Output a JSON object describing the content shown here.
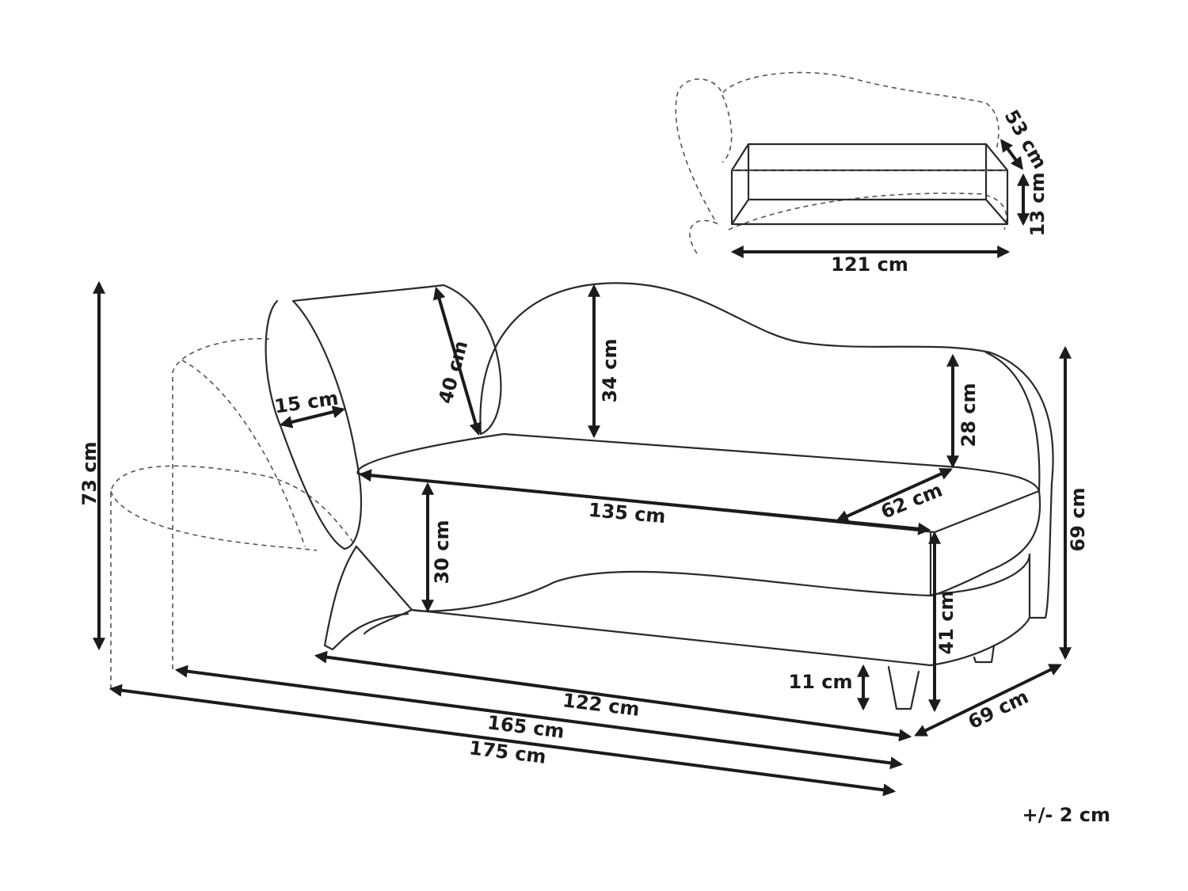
{
  "labels": {
    "overall_height": "73 cm",
    "pillow_depth": "15 cm",
    "pillow_length": "40 cm",
    "backrest_height": "34 cm",
    "armrest_height": "28 cm",
    "seat_length": "135 cm",
    "seat_depth": "62 cm",
    "seat_front_height": "30 cm",
    "seat_height": "41 cm",
    "leg_height": "11 cm",
    "total_depth": "69 cm",
    "total_height": "69 cm",
    "base_length": "122 cm",
    "length_165": "165 cm",
    "length_175": "175 cm",
    "storage_depth": "53 cm",
    "storage_height": "13 cm",
    "storage_length": "121 cm",
    "tolerance": "+/- 2 cm"
  }
}
